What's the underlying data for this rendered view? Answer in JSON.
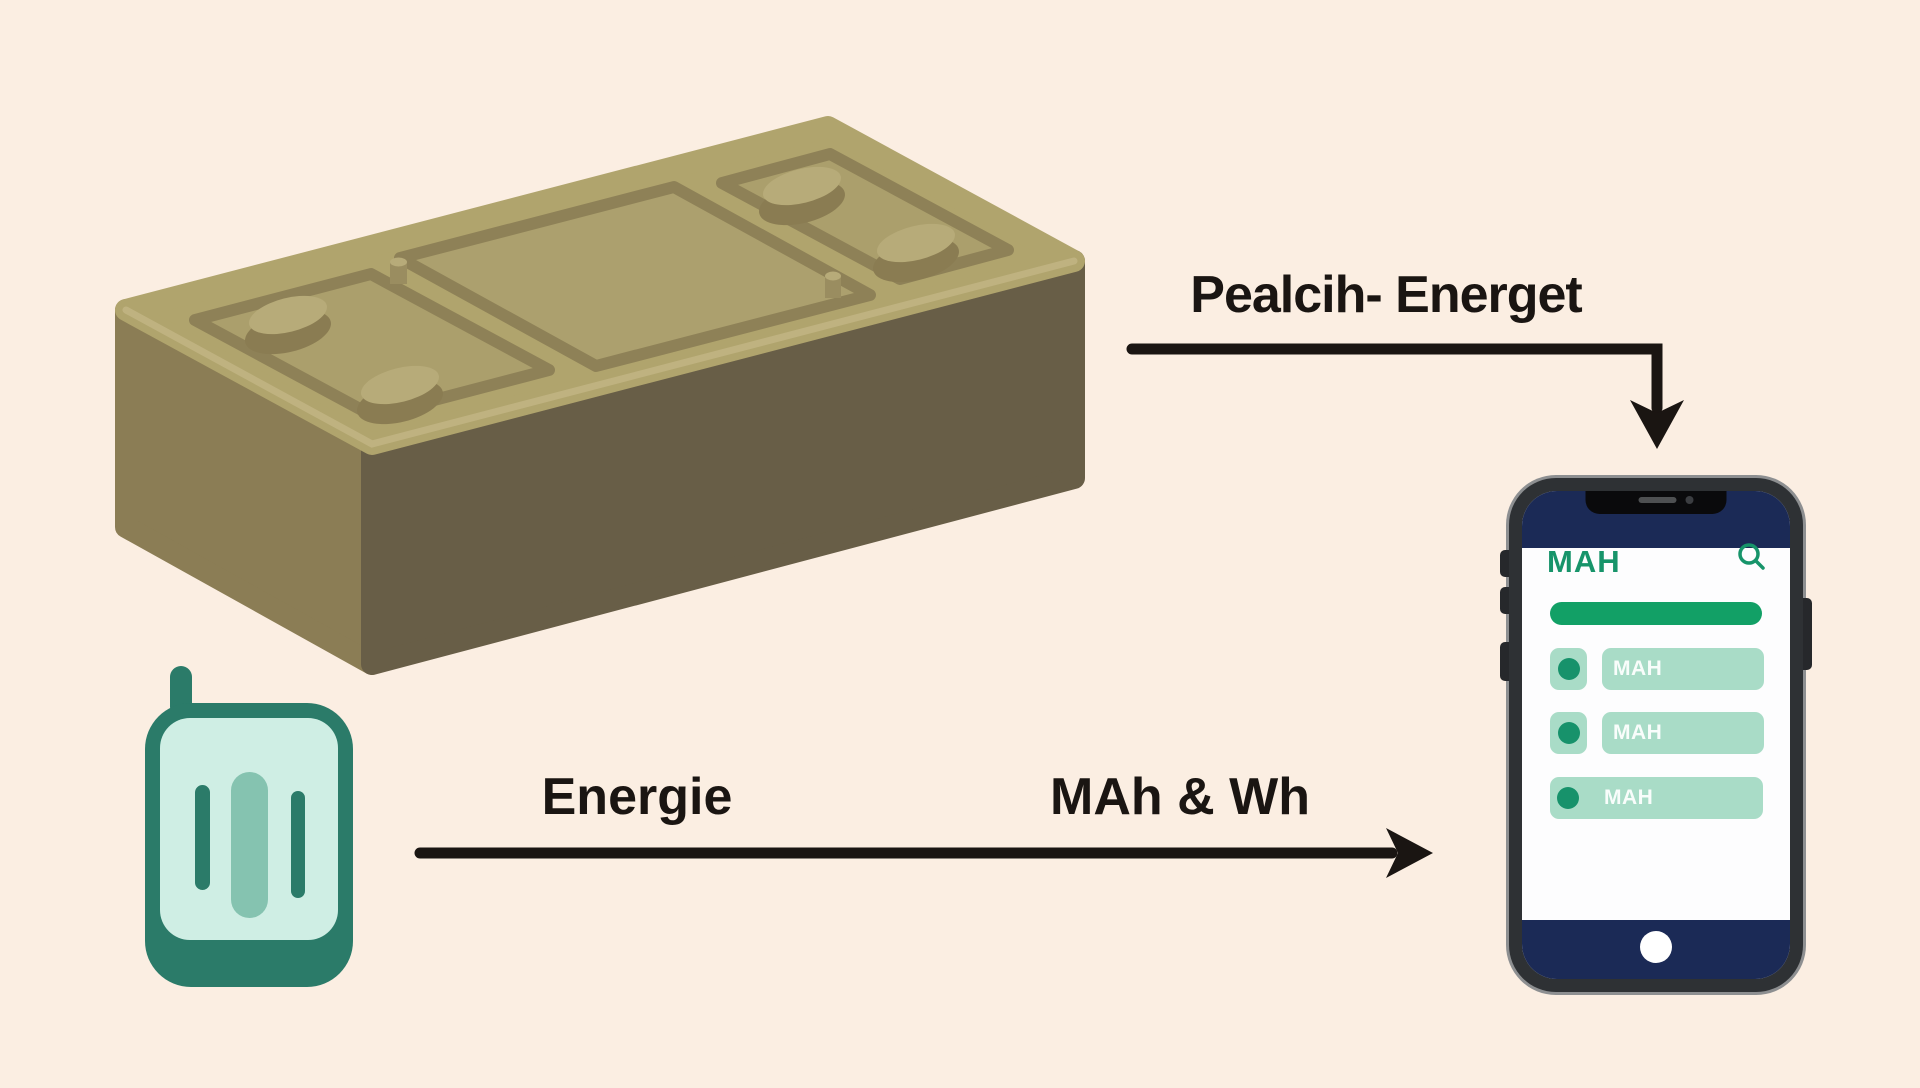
{
  "canvas": {
    "background": "#fbeee2"
  },
  "labels": {
    "title": "Pealcih- Energet",
    "arrow_left": "Energie",
    "arrow_right": "MAh & Wh"
  },
  "phone": {
    "header": "MAH",
    "rows": [
      {
        "label": "MAH"
      },
      {
        "label": "MAH"
      },
      {
        "label": "MAH"
      }
    ]
  },
  "icons": {
    "search": "search-icon",
    "battery_brick": "car-battery-illustration",
    "battery_gauge": "battery-device-icon",
    "home": "home-indicator"
  },
  "colors": {
    "accent_green": "#12a066",
    "green_dark": "#17946a",
    "teal_light": "#a9dcc7",
    "navy": "#1b2a56",
    "teal_dark": "#2b7b69",
    "mint": "#cfeee4",
    "arrow_black": "#1a1512",
    "brick_top": "#b0a46d",
    "brick_left": "#8b7d55",
    "brick_front": "#685e47"
  }
}
